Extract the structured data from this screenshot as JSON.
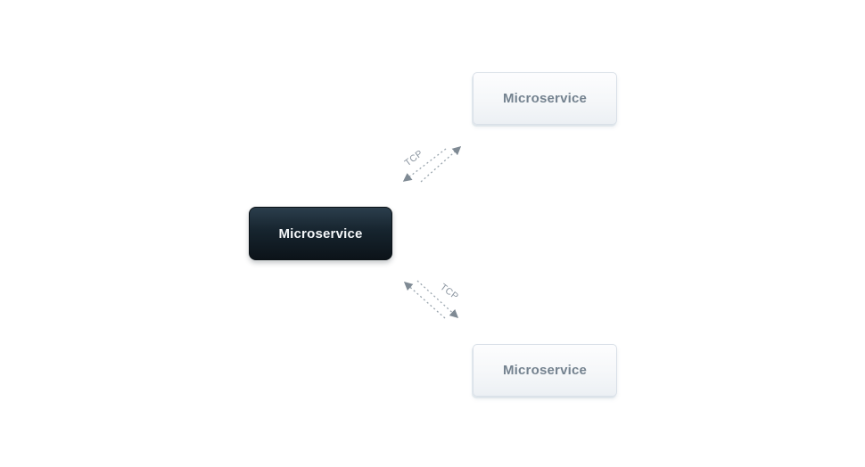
{
  "diagram": {
    "title": "microservices-tcp-communication",
    "nodes": [
      {
        "id": "microservice-left",
        "label": "Microservice",
        "variant": "dark"
      },
      {
        "id": "microservice-top-right",
        "label": "Microservice",
        "variant": "light"
      },
      {
        "id": "microservice-bottom-right",
        "label": "Microservice",
        "variant": "light"
      }
    ],
    "connectors": [
      {
        "id": "connector-top",
        "label": "TCP",
        "style": "dashed",
        "bidirectional": true,
        "from": "microservice-left",
        "to": "microservice-top-right"
      },
      {
        "id": "connector-bottom",
        "label": "TCP",
        "style": "dashed",
        "bidirectional": true,
        "from": "microservice-left",
        "to": "microservice-bottom-right"
      }
    ],
    "colors": {
      "background": "#ffffff",
      "node_dark_gradient_top": "#2b3e4c",
      "node_dark_gradient_bottom": "#0c1319",
      "node_dark_text": "#f4f7f9",
      "node_light_gradient_top": "#fdfdfe",
      "node_light_gradient_bottom": "#ecf0f4",
      "node_light_border": "#d9e0e8",
      "node_light_text": "#74828f",
      "connector_line": "#9aa5ae",
      "connector_arrow": "#7f8a94",
      "connector_label": "#8b95a0"
    }
  }
}
